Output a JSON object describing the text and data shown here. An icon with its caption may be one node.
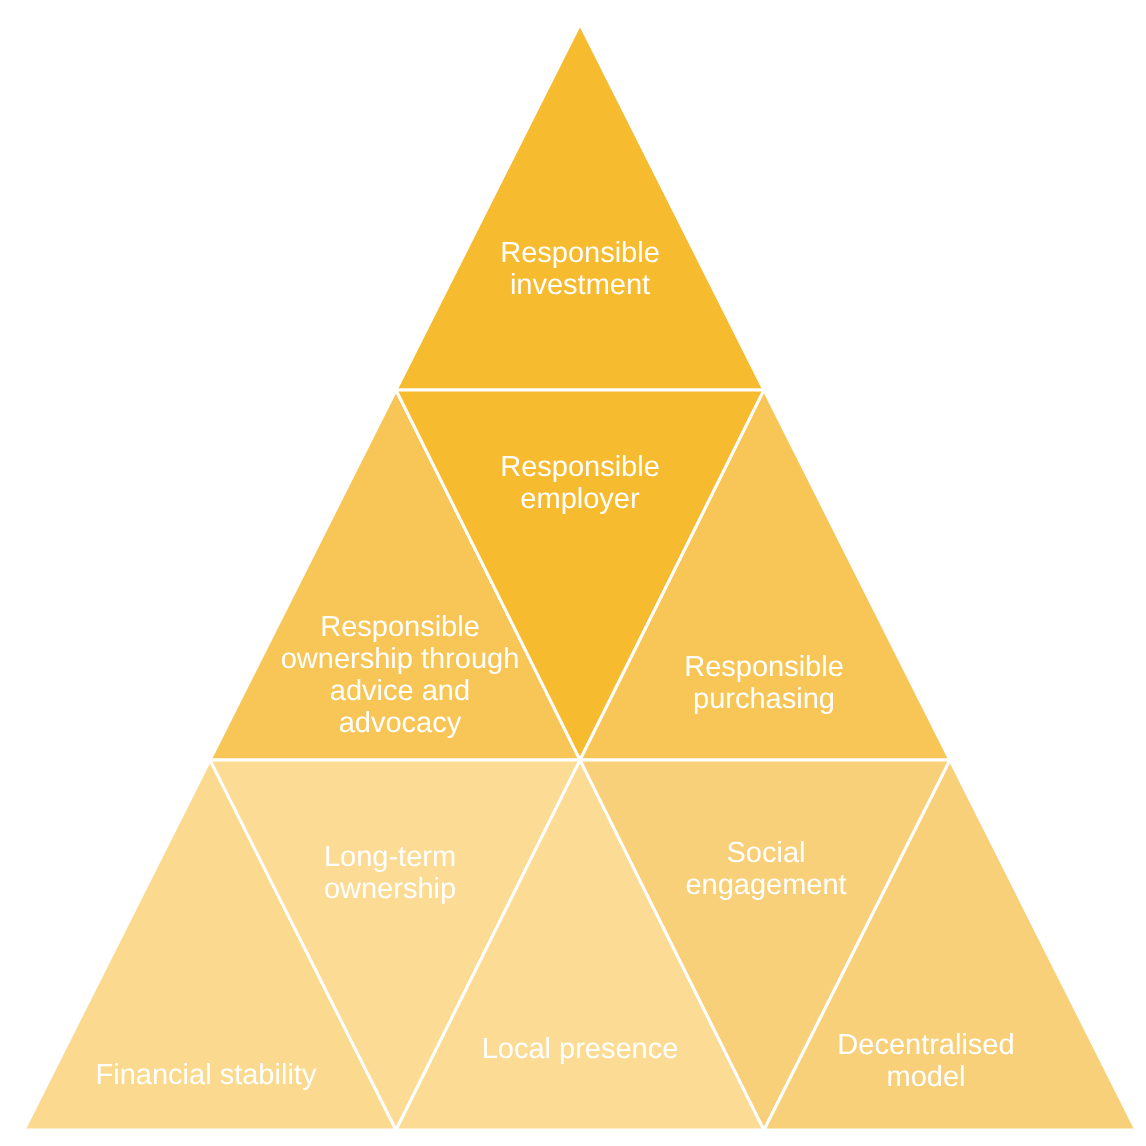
{
  "diagram": {
    "nodes": [
      {
        "text": [
          "Responsible investment"
        ]
      },
      {
        "text": [
          "Responsible ownership through advice and advocacy"
        ]
      },
      {
        "text": [
          "Responsible employer"
        ]
      },
      {
        "text": [
          "Responsible purchasing"
        ]
      },
      {
        "text": [
          "Financial stability"
        ]
      },
      {
        "text": [
          "Long-term ownership"
        ]
      },
      {
        "text": [
          "Local presence"
        ]
      },
      {
        "text": [
          "Social engagement"
        ]
      },
      {
        "text": [
          "Decentralised model"
        ]
      }
    ]
  }
}
